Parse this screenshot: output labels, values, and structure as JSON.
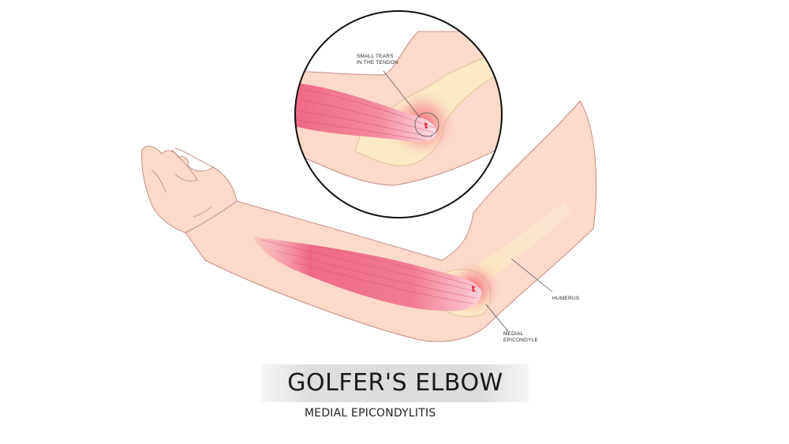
{
  "title": "GOLFER'S ELBOW",
  "subtitle": "MEDIAL EPICONDYLITIS",
  "labels": {
    "inset": [
      "SMALL TEARS",
      "IN THE TENDON"
    ],
    "humerus": "HUMERUS",
    "medial_epicondyle": [
      "MEDIAL",
      "EPICONDYLE"
    ]
  },
  "colors": {
    "skin": "#fcd9c8",
    "skin_outline": "#b9797a",
    "muscle": "#f06a85",
    "muscle_light": "#f8b8c4",
    "bone": "#fbe9c3",
    "inflammation": "#f4485e",
    "tear": "#e0202e",
    "circle_outline": "#111111",
    "leader_line": "#555555"
  }
}
